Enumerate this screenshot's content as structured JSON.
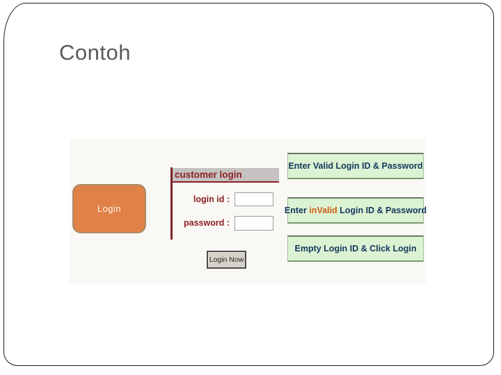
{
  "slide": {
    "title": "Contoh"
  },
  "figure": {
    "demo_button": {
      "label": "Login"
    },
    "login_form": {
      "header": "customer login",
      "login_id_label": "login id :",
      "login_id_value": "",
      "password_label": "password :",
      "password_value": "",
      "submit_label": "Login Now"
    },
    "test_cases": [
      {
        "before": "Enter Valid Login ID & Password",
        "highlight": "",
        "after": ""
      },
      {
        "before": "Enter ",
        "highlight": "inValid",
        "after": " Login ID & Password"
      },
      {
        "before": "Empty Login ID & Click Login",
        "highlight": "",
        "after": ""
      }
    ],
    "colors": {
      "demo_button_bg": "#e08147",
      "form_accent": "#8b2121",
      "header_bar_bg": "#c5c1c1",
      "testcase_bg": "#dbf3d3",
      "testcase_text": "#17365d",
      "invalid_highlight": "#cd5c11"
    }
  }
}
